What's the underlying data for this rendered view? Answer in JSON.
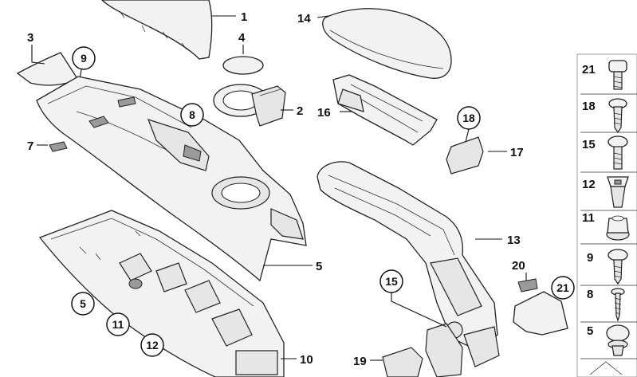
{
  "callouts": {
    "c1": "1",
    "c2": "2",
    "c3": "3",
    "c4": "4",
    "c5a": "5",
    "c5b": "5",
    "c7": "7",
    "c8": "8",
    "c9": "9",
    "c10": "10",
    "c11": "11",
    "c12": "12",
    "c13": "13",
    "c14": "14",
    "c15": "15",
    "c16": "16",
    "c17": "17",
    "c18": "18",
    "c19": "19",
    "c20": "20",
    "c21": "21"
  },
  "fastener_panel": {
    "items": [
      {
        "num": "21",
        "icon": "bolt-icon"
      },
      {
        "num": "18",
        "icon": "screw-icon"
      },
      {
        "num": "15",
        "icon": "bolt-icon"
      },
      {
        "num": "12",
        "icon": "clip-nut-icon"
      },
      {
        "num": "11",
        "icon": "nut-icon"
      },
      {
        "num": "9",
        "icon": "screw-icon"
      },
      {
        "num": "8",
        "icon": "tapping-screw-icon"
      },
      {
        "num": "5",
        "icon": "push-rivet-icon"
      }
    ]
  },
  "colors": {
    "line": "#111111",
    "part_fill": "#f2f2f2",
    "background": "#ffffff"
  }
}
